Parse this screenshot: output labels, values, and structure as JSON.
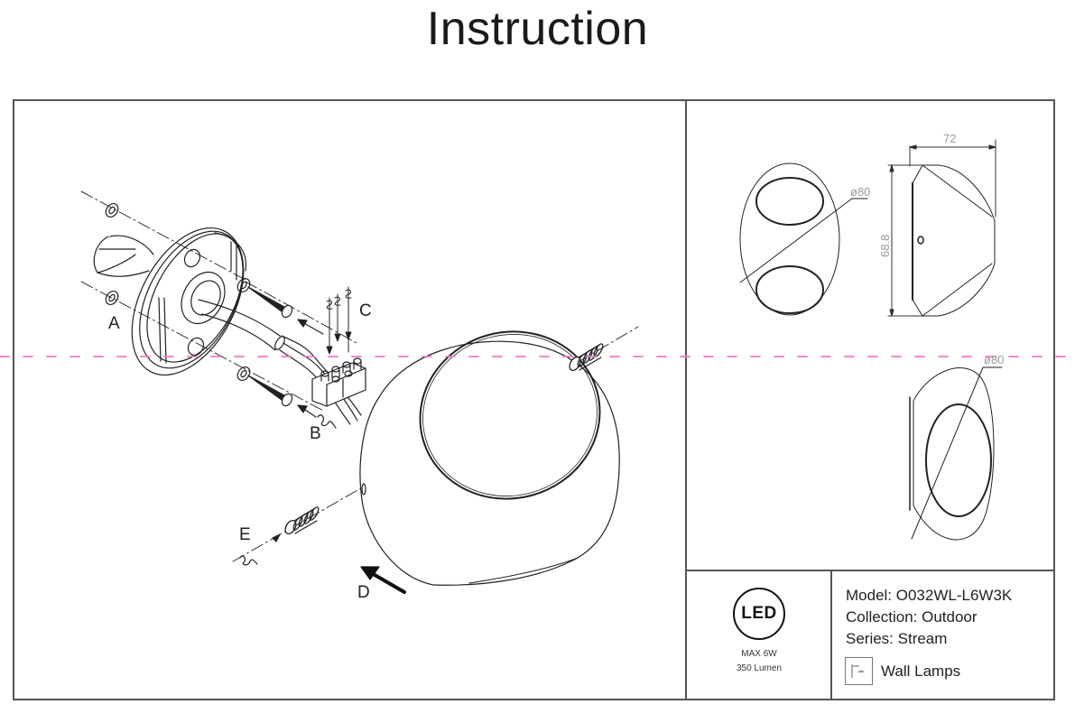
{
  "header": {
    "title": "Instruction"
  },
  "assembly": {
    "part_labels": {
      "a": "A",
      "b": "B",
      "c": "C",
      "d": "D",
      "e": "E"
    }
  },
  "dimensions": {
    "diameter_front": "ø80",
    "diameter_side": "ø80",
    "width": "72",
    "height": "68.8"
  },
  "spec": {
    "led_badge": "LED",
    "max_power": "MAX 6W",
    "lumen": "350 Lumen"
  },
  "product": {
    "model": "Model: O032WL-L6W3K",
    "collection": "Collection: Outdoor",
    "series": "Series: Stream",
    "category_icon": "wall-lamp-icon",
    "category": "Wall Lamps"
  },
  "colors": {
    "guide_line": "#e97cc2",
    "frame": "#555555",
    "dim_text": "#9a9a9a"
  }
}
